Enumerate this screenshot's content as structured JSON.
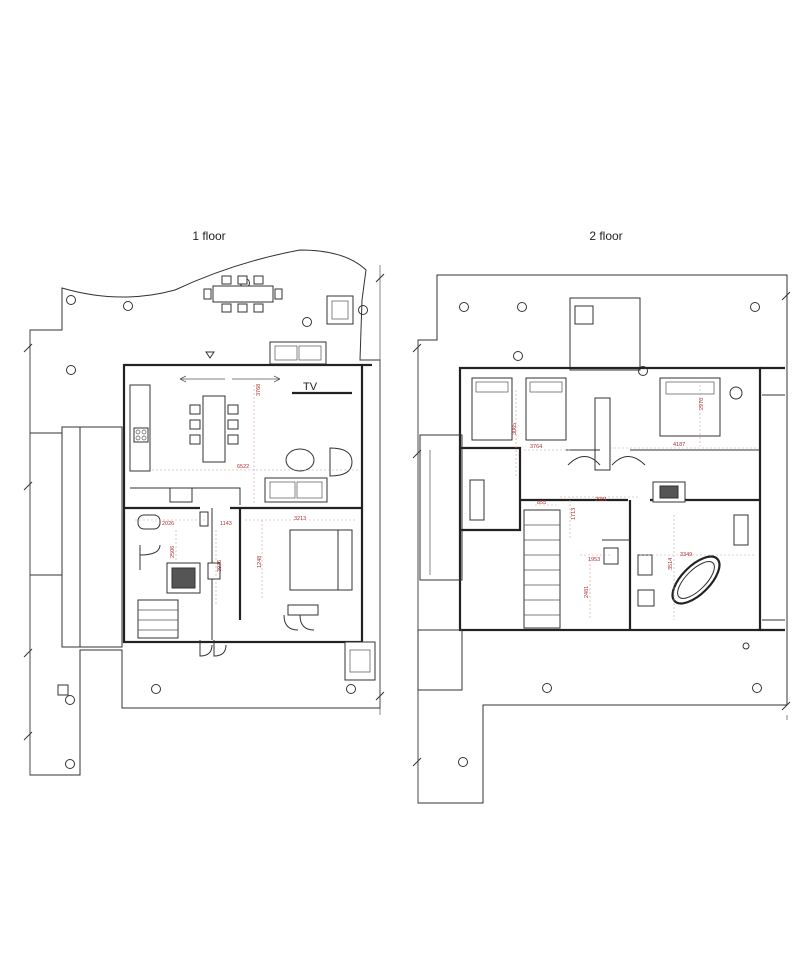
{
  "floors": [
    {
      "id": "floor1",
      "title": "1 floor",
      "tv_label": "TV",
      "dimensions": [
        "3768",
        "6522",
        "2026",
        "1143",
        "3213",
        "2506",
        "3976",
        "1248"
      ]
    },
    {
      "id": "floor2",
      "title": "2 floor",
      "dimensions": [
        "3065",
        "3764",
        "2976",
        "4187",
        "855",
        "2981",
        "1713",
        "1953",
        "2481",
        "3514",
        "3349"
      ]
    }
  ]
}
